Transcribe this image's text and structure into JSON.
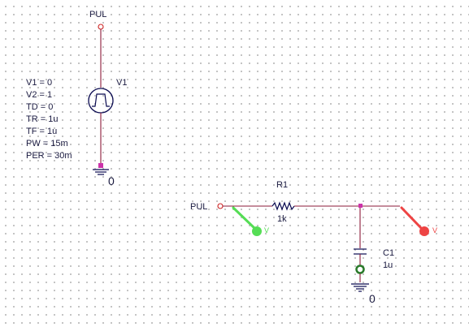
{
  "schematic": {
    "source": {
      "net_label": "PUL",
      "refdes": "V1",
      "params": [
        "V1 = 0",
        "V2 = 1",
        "TD = 0",
        "TR = 1u",
        "TF = 1u",
        "PW = 15m",
        "PER = 30m"
      ],
      "ground_label": "0"
    },
    "rc": {
      "input_label": "PUL",
      "resistor": {
        "refdes": "R1",
        "value": "1k"
      },
      "capacitor": {
        "refdes": "C1",
        "value": "1u"
      },
      "ground_label": "0",
      "probe_in_label": "V",
      "probe_out_label": "V"
    }
  },
  "colors": {
    "wire": "#8b1a3a",
    "symbol": "#0a0a50",
    "probe_in": "#55dd55",
    "probe_out": "#ee4444",
    "node": "#cc33aa",
    "grid": "#b9b9b9"
  }
}
